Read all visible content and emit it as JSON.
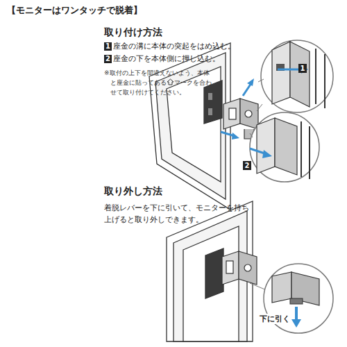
{
  "diagram": {
    "title": "【モニターはワンタッチで脱着】",
    "labels": [
      "取り付け方法",
      "1",
      "座金の溝に本体の突起をはめ込む。",
      "2",
      "座金の下を本体側に押し込む。",
      "※取付の上下を間違えないよう、本体と座金に貼ってある",
      "マークを合わせて取り付けてください。",
      "1",
      "2",
      "取り外し方法",
      "着脱レバーを下に引いて、モニターを持ち上げると取り外しできます。",
      "下に引く"
    ]
  }
}
